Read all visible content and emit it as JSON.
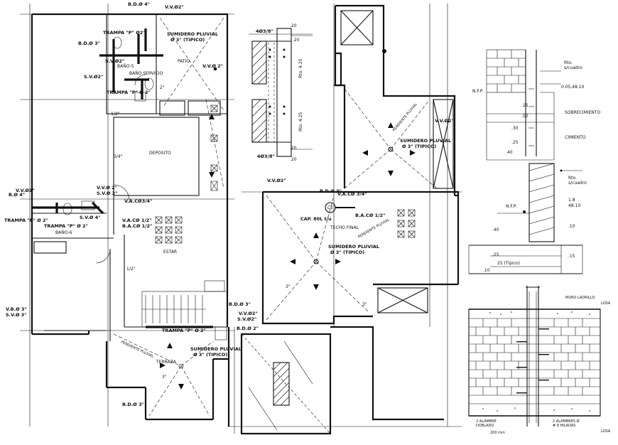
{
  "plan_left": {
    "labels": {
      "bdo4_top": "B.D.Ø 4\"",
      "vv2_top": "V.V.Ø2\"",
      "trampa_top": "TRAMPA \"P\" Ø2\"",
      "sumidero_top": "SUMIDERO PLUVIAL",
      "sumidero_top_d": "Ø 3\" (TIPICO)",
      "bdo3_top": "B.D.Ø 3\"",
      "sv2_top": "S.V.Ø2\"",
      "bano5": "BAÑO-5",
      "patio": "PATIO",
      "vv2_patio": "V.V.Ø 2\"",
      "bano_servicio": "BAÑO SERVICIO",
      "sv2_mid": "S.V.Ø2\"",
      "trampa_bano": "TRAMPA \"P\" Ø 2\"",
      "dim_2": "2\"",
      "deposito": "DEPOSITO",
      "dim_12": "1/2\"",
      "dim_34": "3/4\"",
      "bd4_left": "B.Ø 4\"",
      "vv2_left": "V.V.Ø2\"",
      "vv2_mid": "V.V.Ø 2\"",
      "sv2_mid2": "S.V.Ø 2\"",
      "vac34": "V.A.CØ3/4\"",
      "sv4": "S.V.Ø 4\"",
      "trampa_left": "TRAMPA \"P\" Ø 2\"",
      "trampa_mid": "TRAMPA \"P\" Ø 2\"",
      "vac12": "V.A.CØ 1/2\"",
      "bac12": "B.A.CØ 1/2\"",
      "bano6": "BAÑO-6",
      "estar": "ESTAR",
      "dim_12b": "1/2\"",
      "bdo3_left": "V.B.Ø 3\"",
      "sv3_left": "S.V.Ø 3\"",
      "bdo3_mid": "B.D.Ø 3\"",
      "vv2_mid3": "V.V.Ø2\"",
      "sv2_mid3": "S.V.Ø2\"",
      "trampa_bot": "TRAMPA \"P\" Ø 2\"",
      "bdo2_bot": "B.D.Ø 2\"",
      "sumidero_bot": "SUMIDERO PLUVIAL",
      "sumidero_bot_d": "Ø 3\" (TIPICO)",
      "terraza": "TERRAZA",
      "dim_3": "3\"",
      "bdo3_bot": "B.D.Ø 3\"",
      "pendiente": "PENDIENTE PLUVIAL"
    }
  },
  "plan_right": {
    "labels": {
      "vv2": "V.V.Ø2\"",
      "bdo3": "B.D.Ø 3\"",
      "vac34": "V.A.CØ 3/4\"",
      "cap": "CAP. 80L t/u",
      "bac12": "B.A.CØ 1/2\"",
      "techo": "TECHO FINAL",
      "sumidero": "SUMIDERO PLUVIAL",
      "sumidero_d": "Ø 3\" (TIPICO)",
      "sumidero2": "SUMIDERO PLUVIAL",
      "sumidero2_d": "Ø 3\" (TIPICO)",
      "vv2b": "V.V.Ø2\"",
      "dim_3": "3\"",
      "dim_3b": "3\"",
      "ce": "CE",
      "pend1": "PENDIENTE PLUVIAL",
      "pend2": "PENDIENTE PLUVIAL"
    }
  },
  "detail_mid": {
    "labels": {
      "top_bar": "4Ø3/8\"",
      "bot_bar": "4Ø3/8\"",
      "dim20a": ".20",
      "dim20b": ".20",
      "dim20c": ".20",
      "dim20d": ".20",
      "h_a": "Rto. 4.25",
      "h_b": "Rto. 4.25"
    }
  },
  "detail_wall": {
    "labels": {
      "nfp": "N.F.P.",
      "nfp2": "N.F.P.",
      "rto": "Rto.",
      "cuadro": "s/cuadro",
      "dims_a": "0.05,48.10",
      "sobre": "SOBRECIMIENTO",
      "cimiento": "CIMIENTO",
      "d_15": ".15",
      "d_10": ".10",
      "d_30": ".30",
      "d_25": ".25",
      "d_40": ".40",
      "rto2": "Rto.",
      "cuadro2": "s/cuadro",
      "d_a": "1.8",
      "d_b": "48.10",
      "d_40b": ".40",
      "d_10b": ".10",
      "d_25b": ".25",
      "d_typ": "25 (Típico)",
      "d_c": ".15",
      "d_d": ".10"
    }
  },
  "detail_brick": {
    "labels": {
      "muro": "MURO LADRILLO",
      "losa": "LOSA",
      "losa2": "LOSA",
      "amarre1": "2 ALAMBRE",
      "amarre1b": "DOBLADO",
      "amarre2": "2 ALAMBRES Ø",
      "amarre2b": "# 8 HILADAS",
      "dim": "200 mm"
    }
  }
}
